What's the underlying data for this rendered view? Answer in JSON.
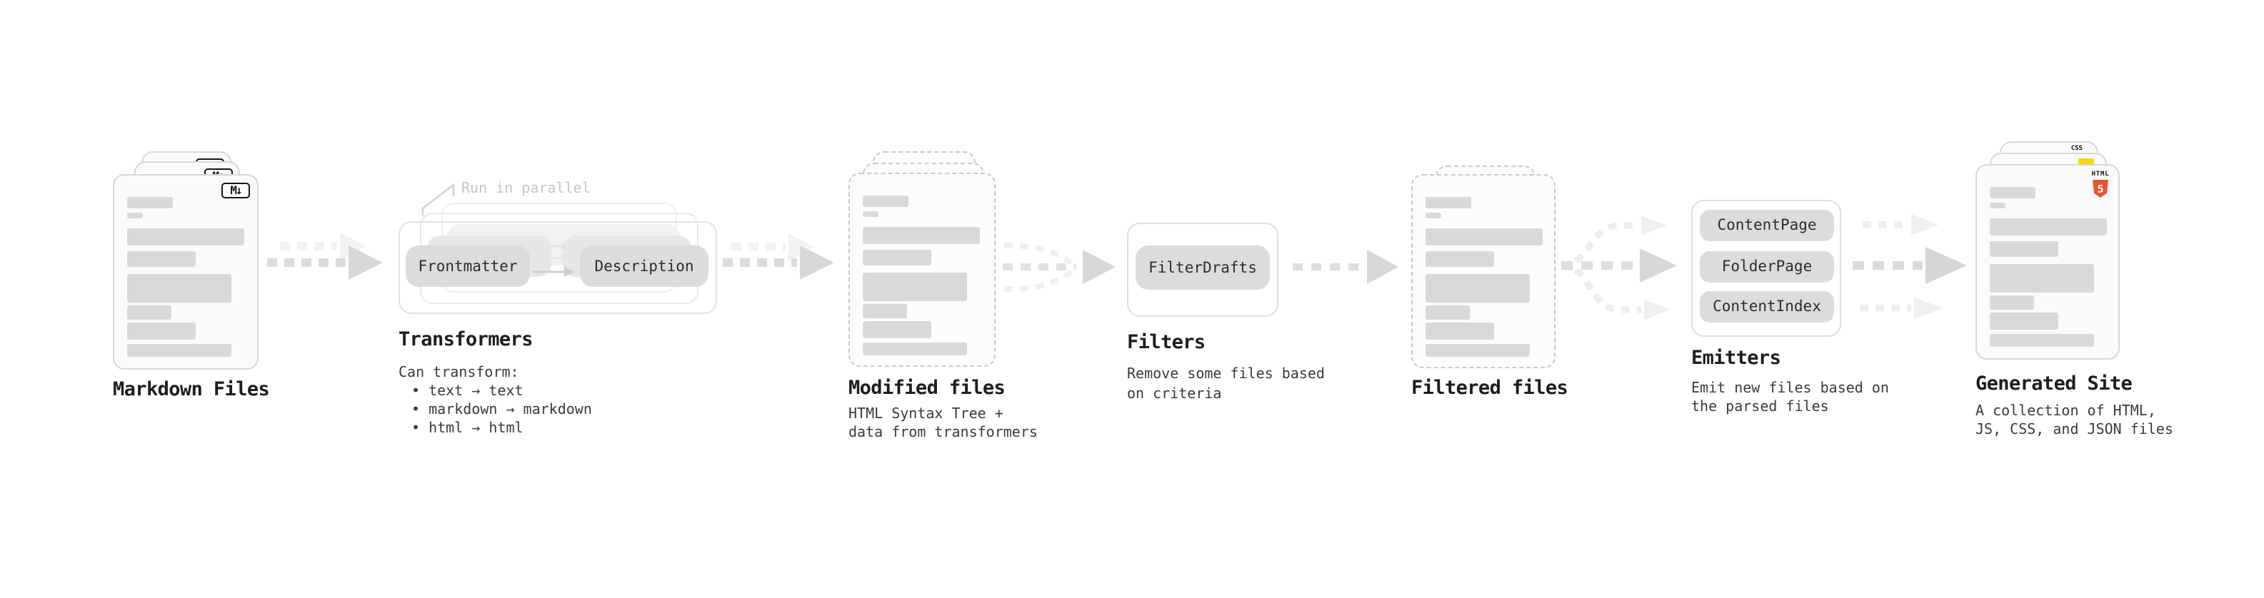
{
  "markdown": {
    "label": "Markdown Files",
    "badge": "M↓"
  },
  "transformers": {
    "annotation": "Run in parallel",
    "pill_left": "Frontmatter",
    "pill_right": "Description",
    "title": "Transformers",
    "caption_heading": "Can transform:",
    "bullets": [
      "• text → text",
      "• markdown → markdown",
      "• html → html"
    ]
  },
  "modified": {
    "label": "Modified files",
    "caption": [
      "HTML Syntax Tree +",
      "data from transformers"
    ]
  },
  "filters": {
    "title": "Filters",
    "pill": "FilterDrafts",
    "caption": [
      "Remove some files based",
      "on criteria"
    ]
  },
  "filtered": {
    "label": "Filtered files"
  },
  "emitters": {
    "title": "Emitters",
    "pills": [
      "ContentPage",
      "FolderPage",
      "ContentIndex"
    ],
    "caption": [
      "Emit new files based on",
      "the parsed files"
    ]
  },
  "generated": {
    "label": "Generated Site",
    "caption": [
      "A collection of HTML,",
      "JS, CSS, and JSON files"
    ],
    "badges": {
      "css": "CSS",
      "html_text": "HTML",
      "html_five": "5"
    }
  },
  "colors": {
    "html_orange": "#e8542f",
    "js_yellow": "#f5d909",
    "css_blue": "#2d6fe0",
    "card_fill": "#fafafa",
    "card_border": "#d7d7d7",
    "dashed_border": "#c9c9c9",
    "bar_gray": "#d9d9d9",
    "pill_gray": "#dcdcdc",
    "arrow_gray": "#dcdcdc"
  }
}
